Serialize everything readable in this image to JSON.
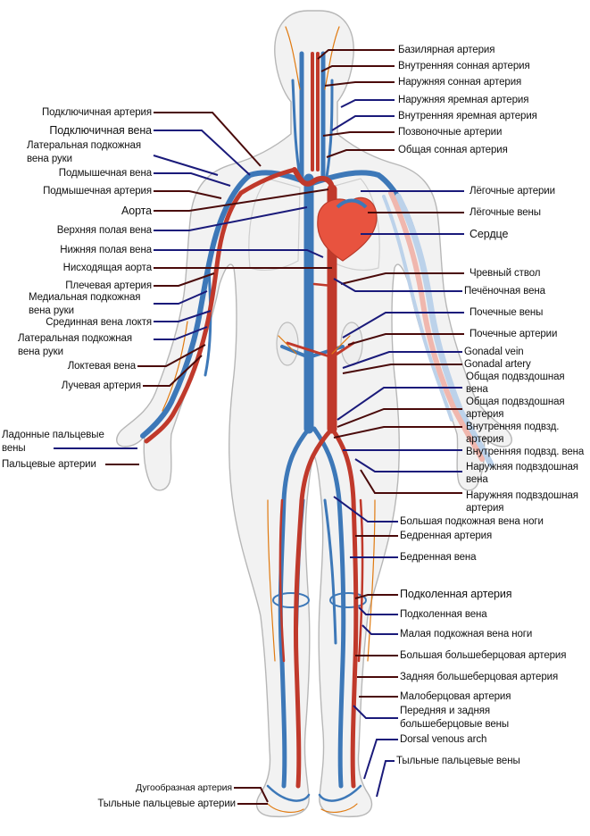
{
  "colors": {
    "artery": "#c0392b",
    "vein": "#3d78b8",
    "nerve": "#e07a10",
    "body": "#f2f2f2",
    "outline": "#b7b7b7",
    "heart": "#e8533f",
    "leader_dark": "#4a0a0a",
    "leader_blue": "#1a1a7a"
  },
  "labels_left": [
    {
      "text": "Подключичная артерия",
      "kind": "artery"
    },
    {
      "text": "Подключичная вена",
      "kind": "vein"
    },
    {
      "text": "Латеральная подкожная",
      "kind": "vein"
    },
    {
      "text": "вена руки",
      "kind": "vein"
    },
    {
      "text": "Подмышечная вена",
      "kind": "vein"
    },
    {
      "text": "Подмышечная артерия",
      "kind": "artery"
    },
    {
      "text": "Аорта",
      "kind": "artery"
    },
    {
      "text": "Верхняя полая вена",
      "kind": "vein"
    },
    {
      "text": "Нижняя полая вена",
      "kind": "vein"
    },
    {
      "text": "Нисходящая аорта",
      "kind": "artery"
    },
    {
      "text": "Плечевая артерия",
      "kind": "artery"
    },
    {
      "text": "Медиальная подкожная",
      "kind": "vein"
    },
    {
      "text": "вена руки",
      "kind": "vein"
    },
    {
      "text": "Срединная вена локтя",
      "kind": "vein"
    },
    {
      "text": "Латеральная подкожная",
      "kind": "vein"
    },
    {
      "text": "вена руки",
      "kind": "vein"
    },
    {
      "text": "Локтевая вена",
      "kind": "vein"
    },
    {
      "text": "Лучевая артерия",
      "kind": "artery"
    },
    {
      "text": "Ладонные пальцевые",
      "kind": "vein"
    },
    {
      "text": "вены",
      "kind": "vein"
    },
    {
      "text": "Пальцевые артерии",
      "kind": "artery"
    },
    {
      "text": "Дугообразная артерия",
      "kind": "artery"
    },
    {
      "text": "Тыльные пальцевые артерии",
      "kind": "artery"
    }
  ],
  "labels_right": [
    {
      "text": "Базилярная артерия",
      "kind": "artery"
    },
    {
      "text": "Внутренняя сонная артерия",
      "kind": "artery"
    },
    {
      "text": "Наружняя сонная артерия",
      "kind": "artery"
    },
    {
      "text": "Наружняя яремная артерия",
      "kind": "vein"
    },
    {
      "text": "Внутренняя яремная артерия",
      "kind": "vein"
    },
    {
      "text": "Позвоночные артерии",
      "kind": "artery"
    },
    {
      "text": "Общая сонная артерия",
      "kind": "artery"
    },
    {
      "text": "Лёгочные артерии",
      "kind": "vein"
    },
    {
      "text": "Лёгочные вены",
      "kind": "artery"
    },
    {
      "text": "Сердце",
      "kind": "vein"
    },
    {
      "text": "Чревный ствол",
      "kind": "artery"
    },
    {
      "text": "Печёночная вена",
      "kind": "vein"
    },
    {
      "text": "Почечные вены",
      "kind": "vein"
    },
    {
      "text": "Почечные артерии",
      "kind": "artery"
    },
    {
      "text": "Gonadal vein",
      "kind": "vein"
    },
    {
      "text": "Gonadal artery",
      "kind": "artery"
    },
    {
      "text": "Общая подвздошная",
      "kind": "vein"
    },
    {
      "text": "вена",
      "kind": "vein"
    },
    {
      "text": "Общая подвздошная",
      "kind": "artery"
    },
    {
      "text": "артерия",
      "kind": "artery"
    },
    {
      "text": "Внутренняя подвзд.",
      "kind": "artery"
    },
    {
      "text": "артерия",
      "kind": "artery"
    },
    {
      "text": "Внутренняя подвзд. вена",
      "kind": "vein"
    },
    {
      "text": "Наружняя подвздошная",
      "kind": "vein"
    },
    {
      "text": "вена",
      "kind": "vein"
    },
    {
      "text": "Наружняя подвздошная",
      "kind": "artery"
    },
    {
      "text": "артерия",
      "kind": "artery"
    },
    {
      "text": "Большая подкожная вена ноги",
      "kind": "vein"
    },
    {
      "text": "Бедренная артерия",
      "kind": "artery"
    },
    {
      "text": "Бедренная вена",
      "kind": "vein"
    },
    {
      "text": "Подколенная артерия",
      "kind": "artery"
    },
    {
      "text": "Подколенная вена",
      "kind": "vein"
    },
    {
      "text": "Малая подкожная вена ноги",
      "kind": "vein"
    },
    {
      "text": "Большая большеберцовая артерия",
      "kind": "artery"
    },
    {
      "text": "Задняя большеберцовая артерия",
      "kind": "artery"
    },
    {
      "text": "Малоберцовая артерия",
      "kind": "artery"
    },
    {
      "text": "Передняя и задняя",
      "kind": "vein"
    },
    {
      "text": "большеберцовые вены",
      "kind": "vein"
    },
    {
      "text": "Dorsal venous arch",
      "kind": "vein"
    },
    {
      "text": "Тыльные пальцевые вены",
      "kind": "vein"
    }
  ]
}
